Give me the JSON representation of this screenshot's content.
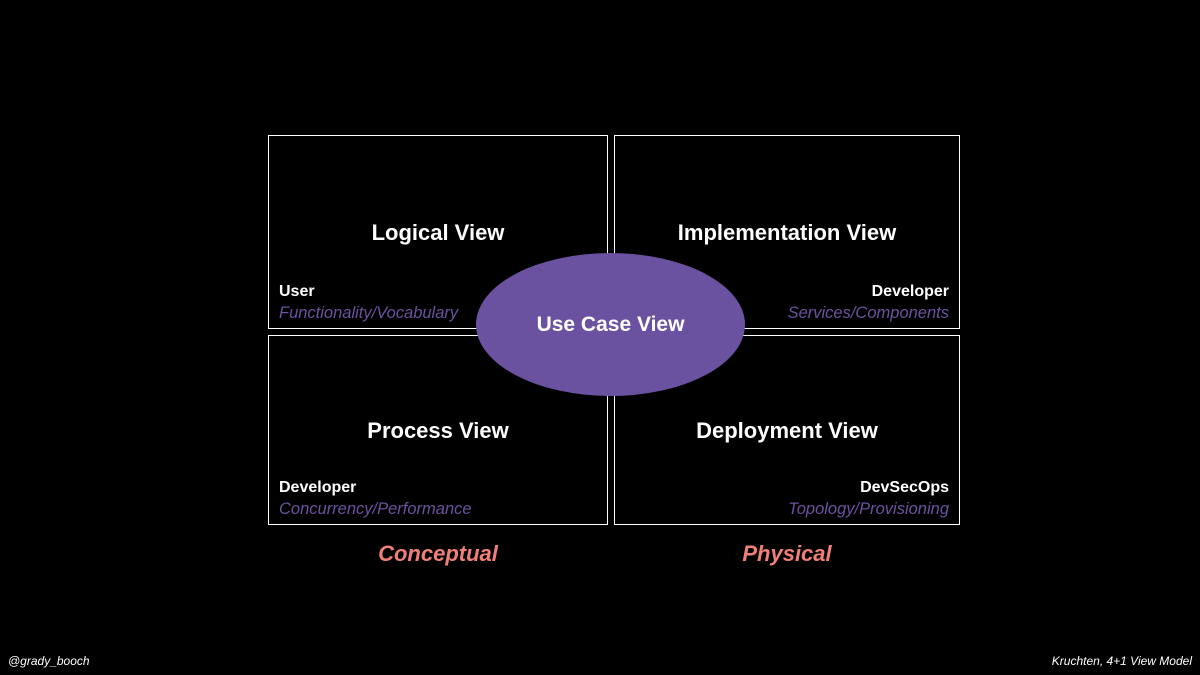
{
  "views": {
    "logical": {
      "title": "Logical View",
      "stakeholder": "User",
      "concern": "Functionality/Vocabulary"
    },
    "implementation": {
      "title": "Implementation View",
      "stakeholder": "Developer",
      "concern": "Services/Components"
    },
    "process": {
      "title": "Process View",
      "stakeholder": "Developer",
      "concern": "Concurrency/Performance"
    },
    "deployment": {
      "title": "Deployment View",
      "stakeholder": "DevSecOps",
      "concern": "Topology/Provisioning"
    },
    "use_case": {
      "title": "Use Case View"
    }
  },
  "categories": {
    "conceptual": "Conceptual",
    "physical": "Physical"
  },
  "footer": {
    "handle": "@grady_booch",
    "credit": "Kruchten, 4+1 View Model"
  },
  "colors": {
    "background": "#000000",
    "accent_purple": "#6b52a0",
    "category_salmon": "#f07f78",
    "text": "#ffffff"
  }
}
